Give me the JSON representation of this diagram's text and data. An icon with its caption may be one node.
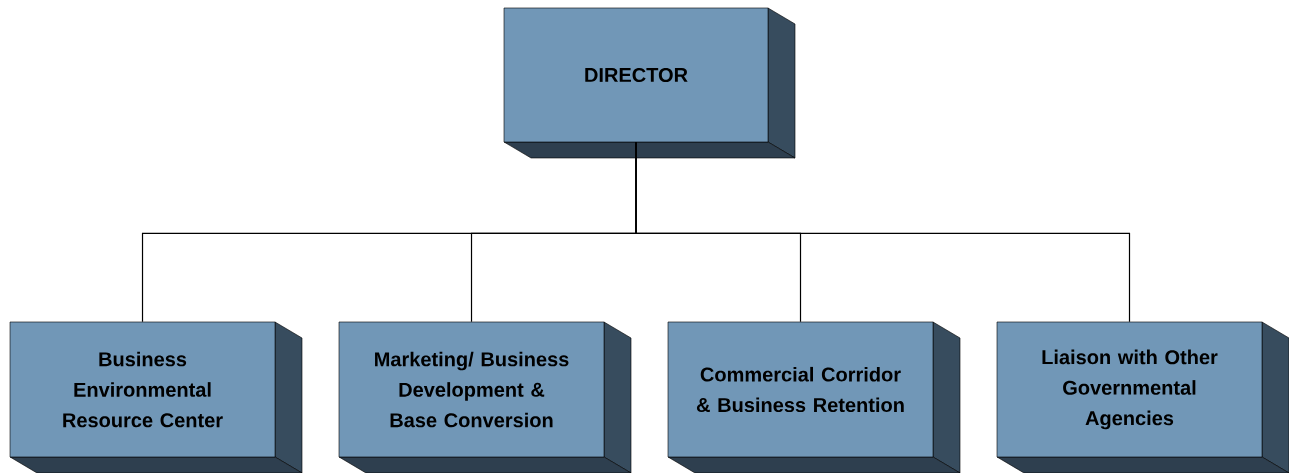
{
  "diagram": {
    "nodes": [
      {
        "text": [
          "DIRECTOR"
        ]
      },
      {
        "text": [
          "Business Environmental Resource Center"
        ]
      },
      {
        "text": [
          "Marketing/ Business Development & Base Conversion"
        ]
      },
      {
        "text": [
          "Commercial Corridor & Business Retention"
        ]
      },
      {
        "text": [
          "Liaison with Other Governmental Agencies"
        ]
      }
    ],
    "edges": [
      {
        "from": 0,
        "to": 1,
        "arrow": "none"
      },
      {
        "from": 0,
        "to": 2,
        "arrow": "none"
      },
      {
        "from": 0,
        "to": 3,
        "arrow": "none"
      },
      {
        "from": 0,
        "to": 4,
        "arrow": "none"
      }
    ]
  }
}
